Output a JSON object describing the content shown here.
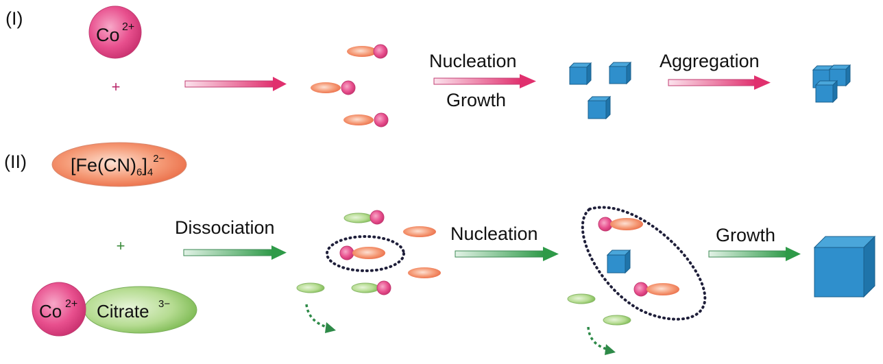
{
  "panels": {
    "one": {
      "label": "(I)",
      "reactant_ion": {
        "base": "Co",
        "charge": "2+"
      },
      "plus": "+",
      "steps": [
        {
          "top": "",
          "bottom": ""
        },
        {
          "top": "Nucleation",
          "bottom": "Growth"
        },
        {
          "top": "Aggregation",
          "bottom": ""
        }
      ],
      "arrow_color": "#e0306e"
    },
    "two": {
      "label": "(II)",
      "complex_anion": {
        "base": "[Fe(CN)",
        "sub1": "6",
        "close": "]",
        "sub2": "4",
        "charge": "2−"
      },
      "plus": "+",
      "chelate": {
        "metal": "Co",
        "metal_charge": "2+",
        "ligand": "Citrate",
        "ligand_charge": "3−"
      },
      "steps": [
        {
          "top": "Dissociation"
        },
        {
          "top": "Nucleation"
        },
        {
          "top": "Growth"
        }
      ],
      "arrow_color": "#2e9a48"
    }
  },
  "colors": {
    "cobalt": "#e8508e",
    "ferrocyanide": "#f07a55",
    "citrate": "#86c060",
    "cube": "#2f8fcc",
    "dotted_outline": "#222244"
  }
}
